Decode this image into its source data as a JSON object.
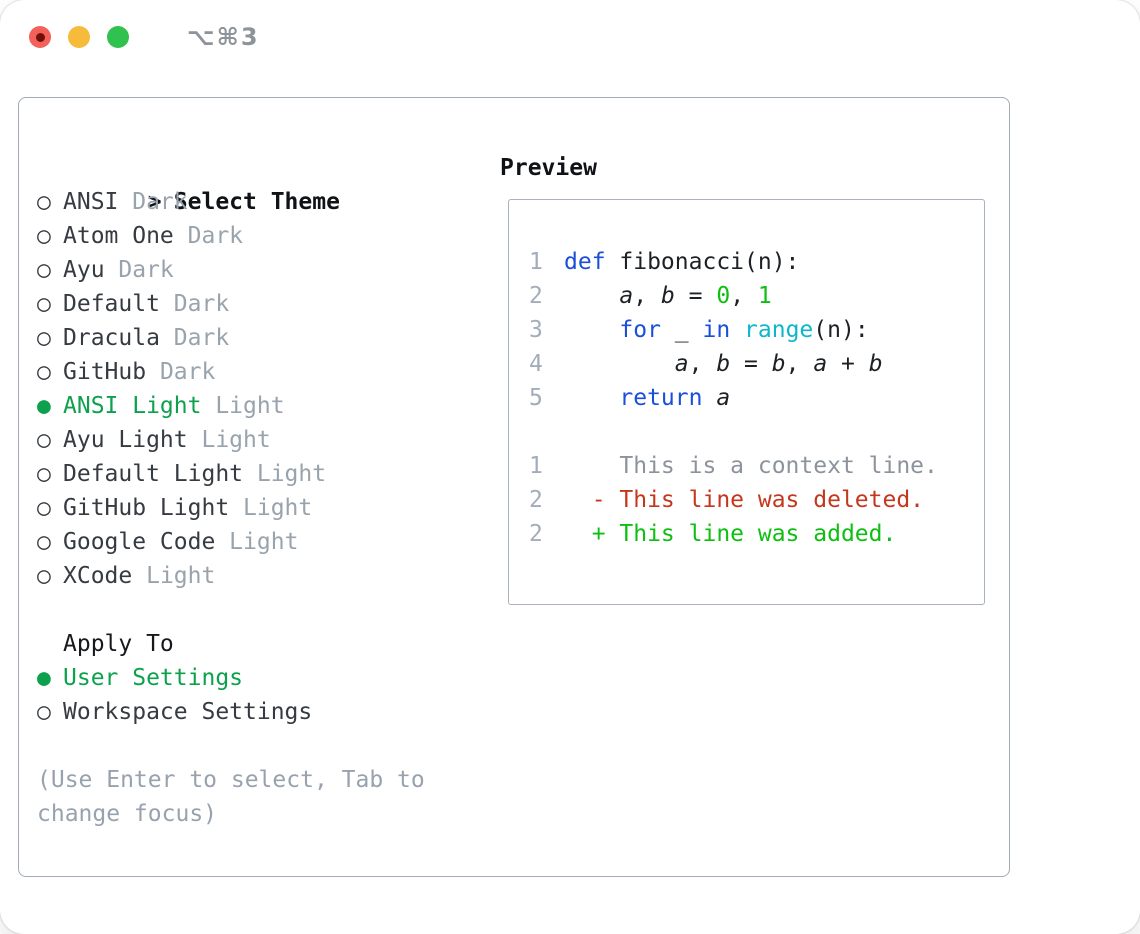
{
  "titlebar": {
    "title": "⌥⌘3",
    "buttons": [
      {
        "name": "close",
        "color": "#f4605a"
      },
      {
        "name": "minimize",
        "color": "#f7bb3c"
      },
      {
        "name": "zoom",
        "color": "#30c14e"
      }
    ]
  },
  "icons": {
    "selected_bullet": "●",
    "unselected_bullet": "○",
    "cursor_prefix": ">"
  },
  "theme_panel": {
    "header_label": "Select Theme",
    "themes": [
      {
        "name": "ANSI",
        "tag": "Dark",
        "selected": false
      },
      {
        "name": "Atom One",
        "tag": "Dark",
        "selected": false
      },
      {
        "name": "Ayu",
        "tag": "Dark",
        "selected": false
      },
      {
        "name": "Default",
        "tag": "Dark",
        "selected": false
      },
      {
        "name": "Dracula",
        "tag": "Dark",
        "selected": false
      },
      {
        "name": "GitHub",
        "tag": "Dark",
        "selected": false
      },
      {
        "name": "ANSI Light",
        "tag": "Light",
        "selected": true
      },
      {
        "name": "Ayu Light",
        "tag": "Light",
        "selected": false
      },
      {
        "name": "Default Light",
        "tag": "Light",
        "selected": false
      },
      {
        "name": "GitHub Light",
        "tag": "Light",
        "selected": false
      },
      {
        "name": "Google Code",
        "tag": "Light",
        "selected": false
      },
      {
        "name": "XCode",
        "tag": "Light",
        "selected": false
      }
    ],
    "apply_to_label": "Apply To",
    "apply_options": [
      {
        "label": "User Settings",
        "selected": true
      },
      {
        "label": "Workspace Settings",
        "selected": false
      }
    ],
    "hint": "(Use Enter to select, Tab to change focus)"
  },
  "preview": {
    "label": "Preview",
    "lines": [
      {
        "n": "1",
        "tokens": [
          [
            "kw",
            "def"
          ],
          [
            "plain",
            " fibonacci(n):"
          ]
        ]
      },
      {
        "n": "2",
        "tokens": [
          [
            "plain",
            "    "
          ],
          [
            "var",
            "a"
          ],
          [
            "plain",
            ", "
          ],
          [
            "var",
            "b"
          ],
          [
            "plain",
            " = "
          ],
          [
            "lit",
            "0"
          ],
          [
            "plain",
            ", "
          ],
          [
            "lit",
            "1"
          ]
        ]
      },
      {
        "n": "3",
        "tokens": [
          [
            "plain",
            "    "
          ],
          [
            "kw",
            "for"
          ],
          [
            "plain",
            " _ "
          ],
          [
            "kw",
            "in"
          ],
          [
            "plain",
            " "
          ],
          [
            "fn",
            "range"
          ],
          [
            "plain",
            "(n):"
          ]
        ]
      },
      {
        "n": "4",
        "tokens": [
          [
            "plain",
            "        "
          ],
          [
            "var",
            "a"
          ],
          [
            "plain",
            ", "
          ],
          [
            "var",
            "b"
          ],
          [
            "plain",
            " = "
          ],
          [
            "var",
            "b"
          ],
          [
            "plain",
            ", "
          ],
          [
            "var",
            "a"
          ],
          [
            "plain",
            " + "
          ],
          [
            "var",
            "b"
          ]
        ]
      },
      {
        "n": "5",
        "tokens": [
          [
            "plain",
            "    "
          ],
          [
            "kw",
            "return"
          ],
          [
            "plain",
            " "
          ],
          [
            "var",
            "a"
          ]
        ]
      },
      {
        "n": "",
        "tokens": []
      },
      {
        "n": "1",
        "tokens": [
          [
            "ctx",
            "    This is a context line."
          ]
        ]
      },
      {
        "n": "2",
        "tokens": [
          [
            "del",
            "  - This line was deleted."
          ]
        ]
      },
      {
        "n": "2",
        "tokens": [
          [
            "add",
            "  + This line was added."
          ]
        ]
      }
    ]
  },
  "colors": {
    "selected_green": "#0da14d",
    "keyword_blue": "#1b4ed9",
    "literal_green": "#0ebf12",
    "builtin_cyan": "#0db6ca",
    "deleted_red": "#c4371c",
    "dim_gray": "#99a3ad",
    "panel_border": "#a3abb5"
  }
}
